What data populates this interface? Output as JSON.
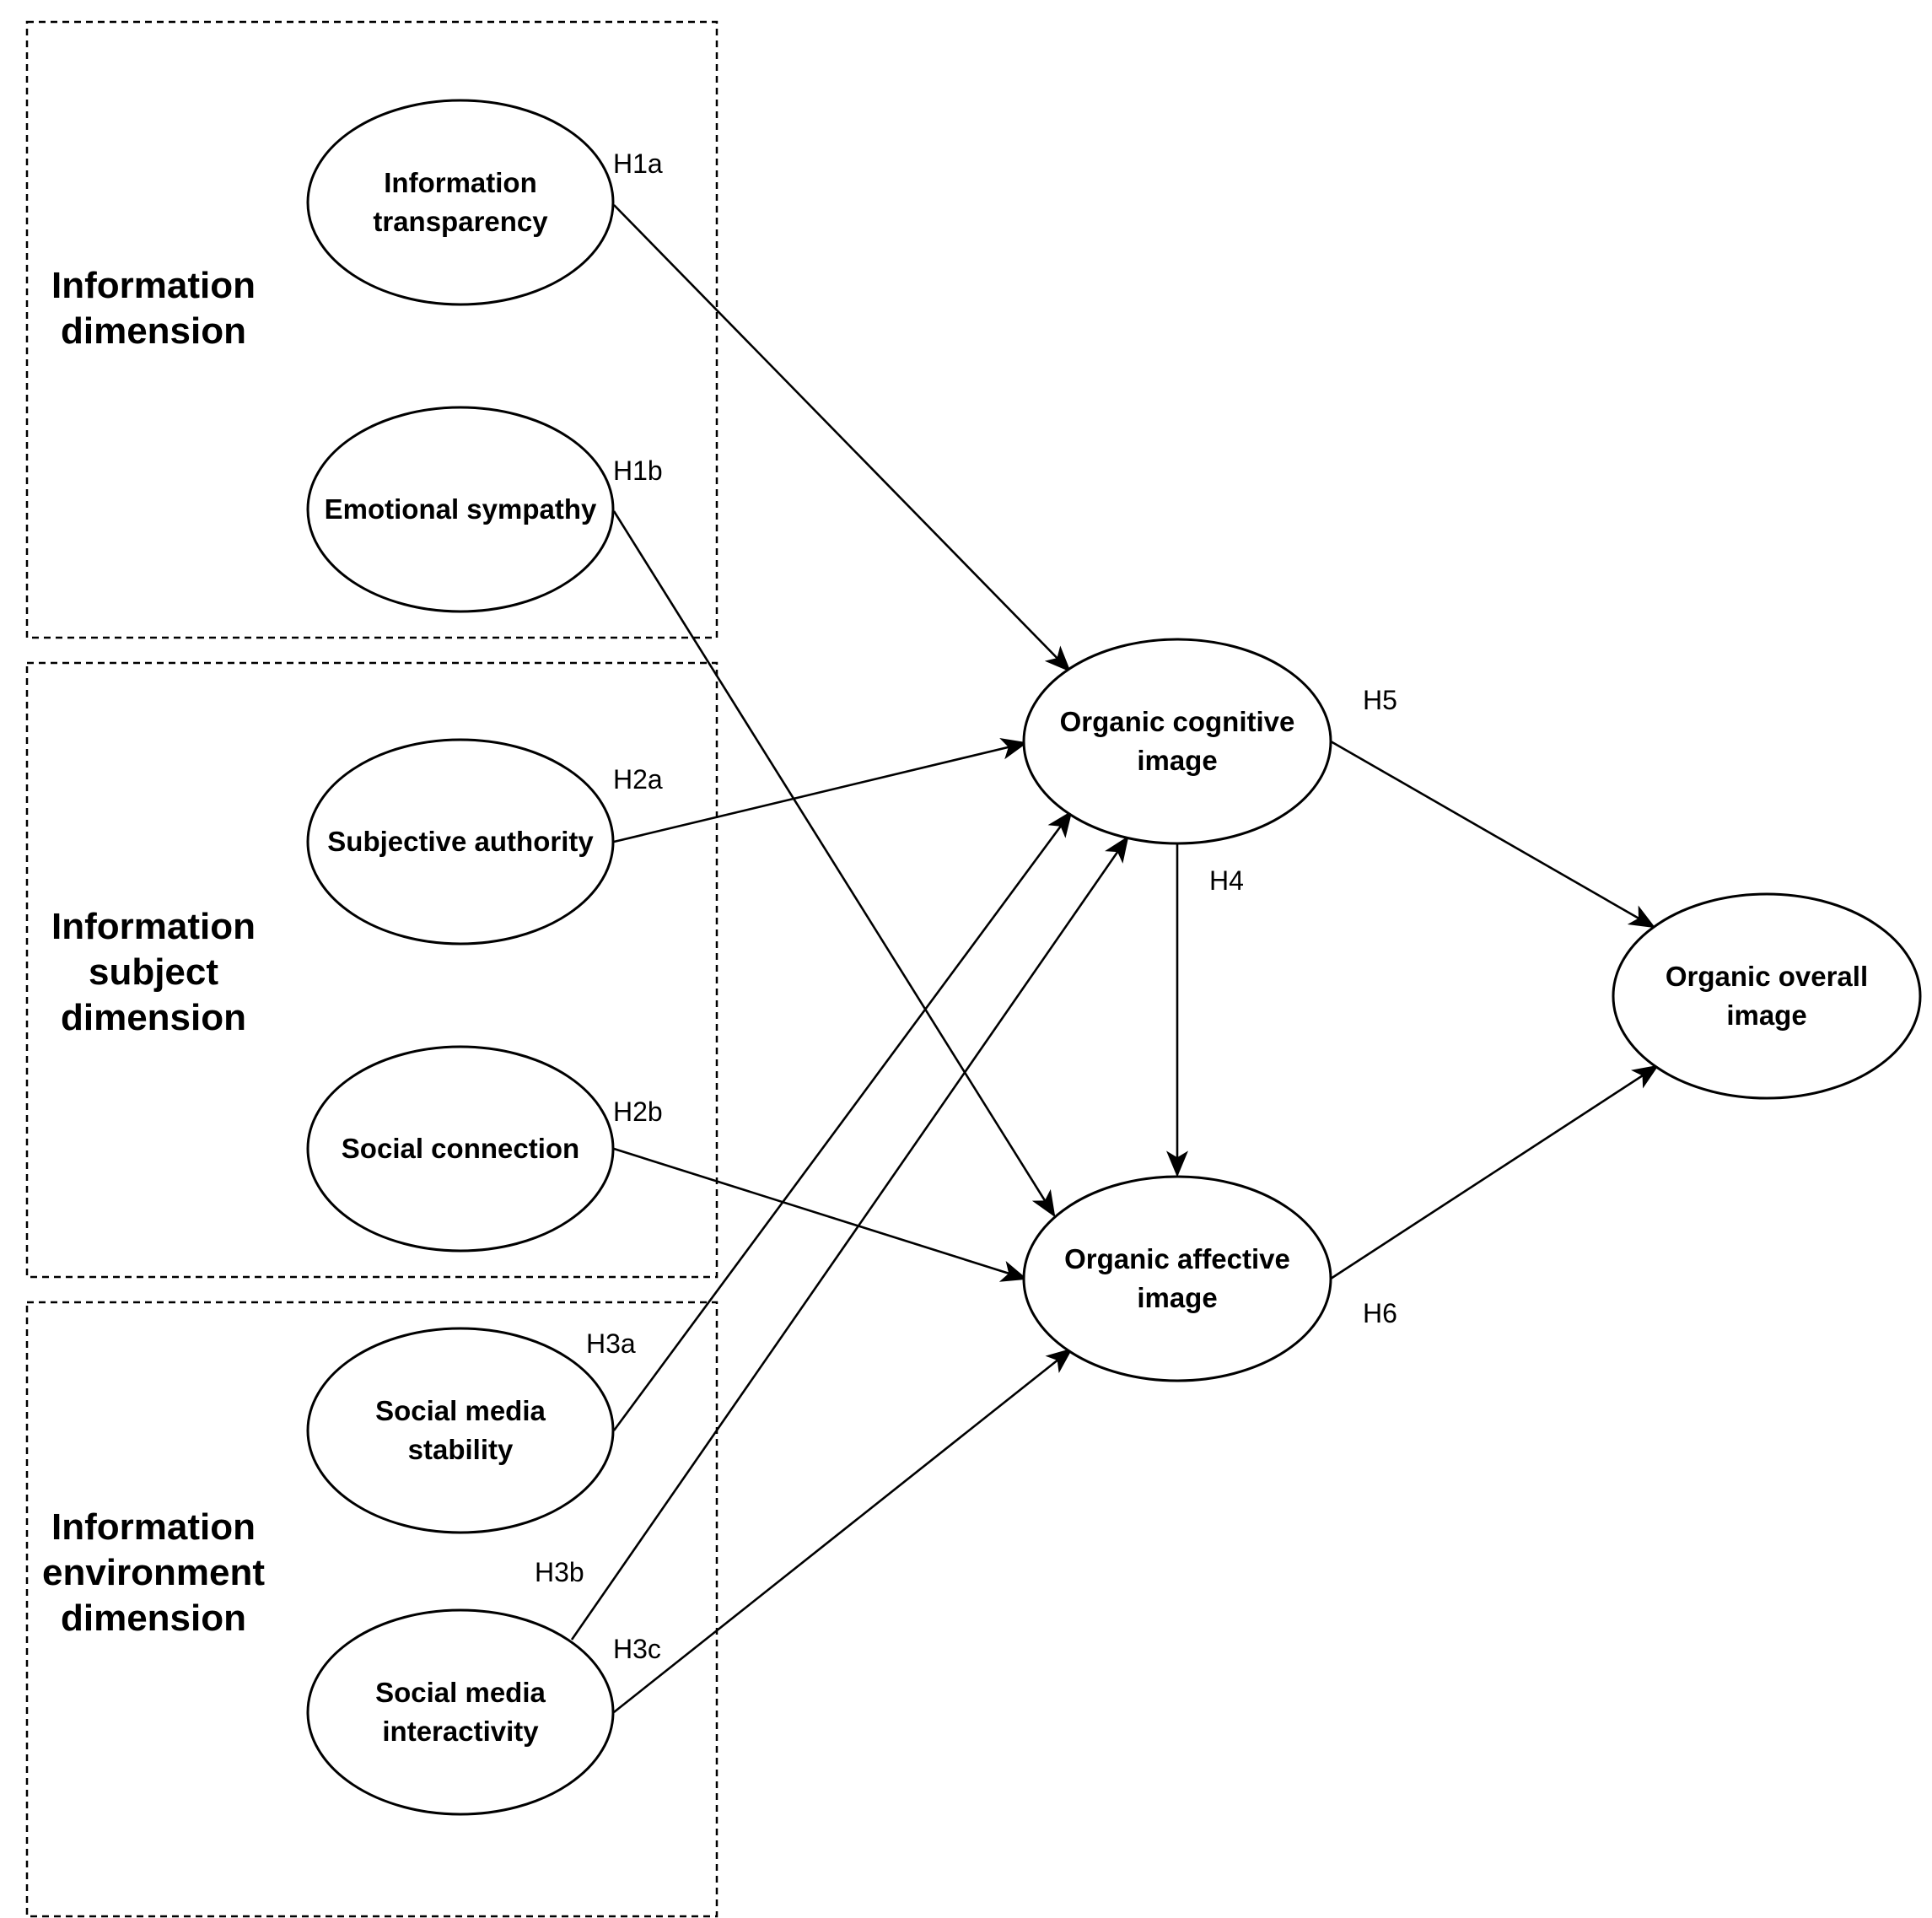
{
  "colors": {
    "stroke": "#000000",
    "background": "#ffffff"
  },
  "groups": [
    {
      "id": "g_info",
      "lines": [
        "Information",
        "dimension"
      ]
    },
    {
      "id": "g_subject",
      "lines": [
        "Information",
        "subject",
        "dimension"
      ]
    },
    {
      "id": "g_env",
      "lines": [
        "Information",
        "environment",
        "dimension"
      ]
    }
  ],
  "nodes": [
    {
      "id": "transparency",
      "lines": [
        "Information",
        "transparency"
      ]
    },
    {
      "id": "sympathy",
      "lines": [
        "Emotional sympathy"
      ]
    },
    {
      "id": "authority",
      "lines": [
        "Subjective authority"
      ]
    },
    {
      "id": "connection",
      "lines": [
        "Social connection"
      ]
    },
    {
      "id": "stability",
      "lines": [
        "Social media",
        "stability"
      ]
    },
    {
      "id": "interactivity",
      "lines": [
        "Social media",
        "interactivity"
      ]
    },
    {
      "id": "cognitive",
      "lines": [
        "Organic cognitive",
        "image"
      ]
    },
    {
      "id": "affective",
      "lines": [
        "Organic affective",
        "image"
      ]
    },
    {
      "id": "overall",
      "lines": [
        "Organic overall",
        "image"
      ]
    }
  ],
  "edges": [
    {
      "id": "e_h1a",
      "from": "transparency",
      "to": "cognitive",
      "label": "H1a"
    },
    {
      "id": "e_h1b",
      "from": "sympathy",
      "to": "affective",
      "label": "H1b"
    },
    {
      "id": "e_h2a",
      "from": "authority",
      "to": "cognitive",
      "label": "H2a"
    },
    {
      "id": "e_h2b",
      "from": "connection",
      "to": "affective",
      "label": "H2b"
    },
    {
      "id": "e_h3a",
      "from": "stability",
      "to": "cognitive",
      "label": "H3a"
    },
    {
      "id": "e_h3b",
      "from": "interactivity",
      "to": "cognitive",
      "label": "H3b"
    },
    {
      "id": "e_h3c",
      "from": "interactivity",
      "to": "affective",
      "label": "H3c"
    },
    {
      "id": "e_h4",
      "from": "cognitive",
      "to": "affective",
      "label": "H4"
    },
    {
      "id": "e_h5",
      "from": "cognitive",
      "to": "overall",
      "label": "H5"
    },
    {
      "id": "e_h6",
      "from": "affective",
      "to": "overall",
      "label": "H6"
    }
  ]
}
